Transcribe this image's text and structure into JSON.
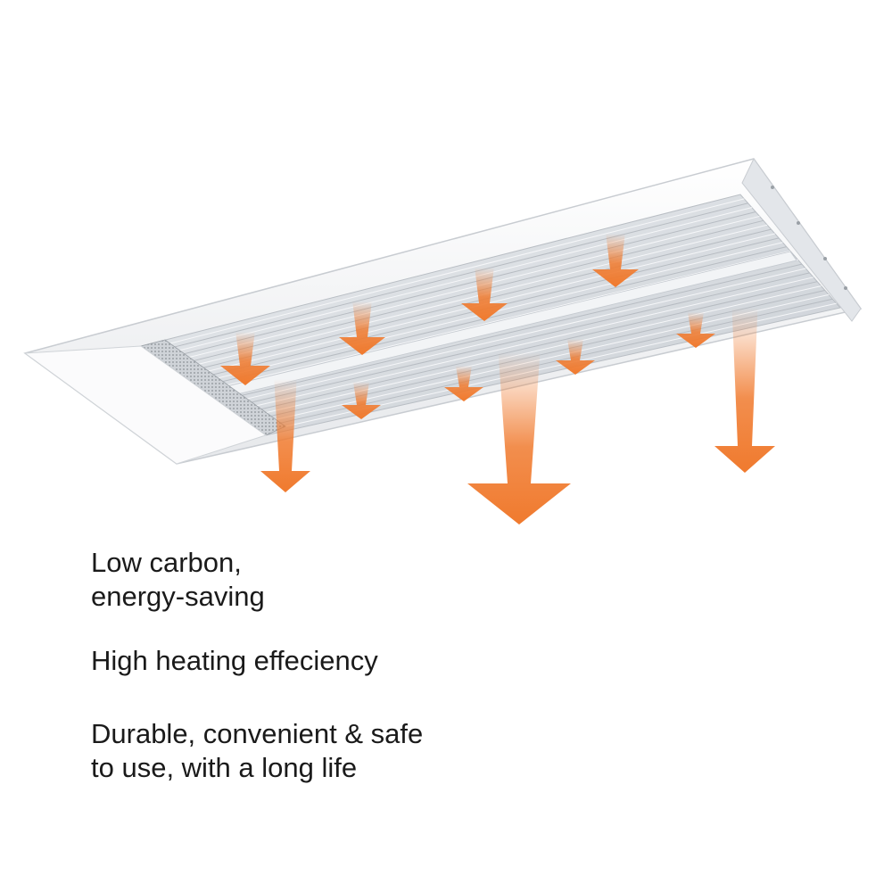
{
  "features": [
    {
      "text": "Low carbon,\nenergy-saving"
    },
    {
      "text": "High heating effeciency"
    },
    {
      "text": "Durable, convenient & safe\nto use, with a long life"
    }
  ],
  "colors": {
    "arrow": "#f07a2e",
    "housing": "#f4f5f7",
    "panel": "#d9dde2",
    "text": "#1a1a1a"
  },
  "icons": {
    "heat_arrow": "down-arrow-icon"
  }
}
